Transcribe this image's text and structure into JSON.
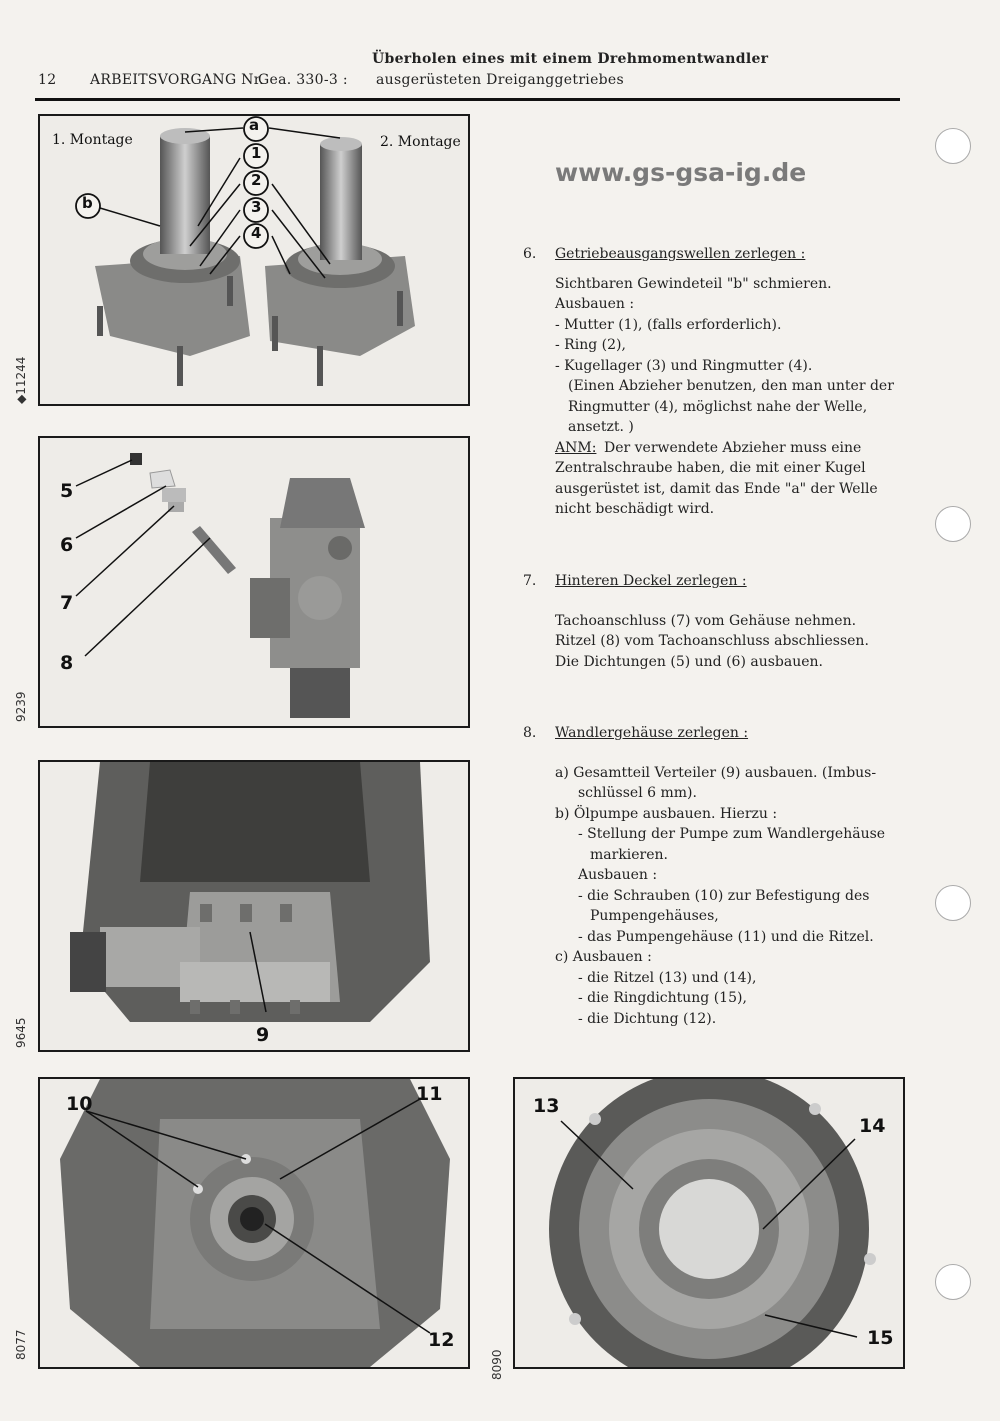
{
  "header": {
    "page_number": "12",
    "operation_label": "ARBEITSVORGANG Nr.",
    "operation_code": "Gea. 330-3 :",
    "title_line1": "Überholen eines mit einem Drehmomentwandler",
    "title_line2": "ausgerüsteten Dreiganggetriebes"
  },
  "watermark": "www.gs-gsa-ig.de",
  "figures": {
    "fig1": {
      "side_code": "◆11244",
      "left_caption": "1. Montage",
      "right_caption": "2. Montage",
      "callouts": [
        "a",
        "1",
        "2",
        "3",
        "4",
        "b"
      ]
    },
    "fig2": {
      "side_code": "9239",
      "labels": [
        "5",
        "6",
        "7",
        "8"
      ]
    },
    "fig3": {
      "side_code": "9645",
      "labels": [
        "9"
      ]
    },
    "fig4": {
      "side_code": "8077",
      "labels": [
        "10",
        "11",
        "12"
      ]
    },
    "fig5": {
      "side_code": "8090",
      "labels": [
        "13",
        "14",
        "15"
      ]
    }
  },
  "sections": {
    "s6": {
      "number": "6.",
      "heading": "Getriebeausgangswellen zerlegen :",
      "lines": [
        "Sichtbaren Gewindeteil \"b\" schmieren.",
        "Ausbauen :",
        "- Mutter (1),    (falls erforderlich).",
        "- Ring (2),",
        "- Kugellager (3) und Ringmutter (4).",
        "(Einen Abzieher benutzen, den man unter der",
        "Ringmutter (4), möglichst nahe der Welle,",
        "ansetzt. )"
      ],
      "note_label": "ANM:",
      "note_lines": [
        "Der verwendete Abzieher muss eine",
        "Zentralschraube haben, die mit einer Kugel",
        "ausgerüstet ist, damit das Ende \"a\" der Welle",
        "nicht beschädigt wird."
      ]
    },
    "s7": {
      "number": "7.",
      "heading": "Hinteren Deckel zerlegen :",
      "lines": [
        "Tachoanschluss (7) vom Gehäuse nehmen.",
        "Ritzel (8) vom Tachoanschluss abschliessen.",
        "Die Dichtungen (5) und (6) ausbauen."
      ]
    },
    "s8": {
      "number": "8.",
      "heading": "Wandlergehäuse zerlegen :",
      "lines": [
        "a) Gesamtteil Verteiler (9) ausbauen. (Imbus-",
        "schlüssel 6 mm).",
        "b) Ölpumpe ausbauen. Hierzu :",
        "- Stellung der Pumpe zum Wandlergehäuse",
        "markieren.",
        "Ausbauen :",
        "- die Schrauben (10) zur Befestigung des",
        "Pumpengehäuses,",
        "- das Pumpengehäuse (11) und die Ritzel.",
        "c) Ausbauen :",
        "- die Ritzel (13) und (14),",
        "- die Ringdichtung (15),",
        "- die Dichtung (12)."
      ]
    }
  }
}
